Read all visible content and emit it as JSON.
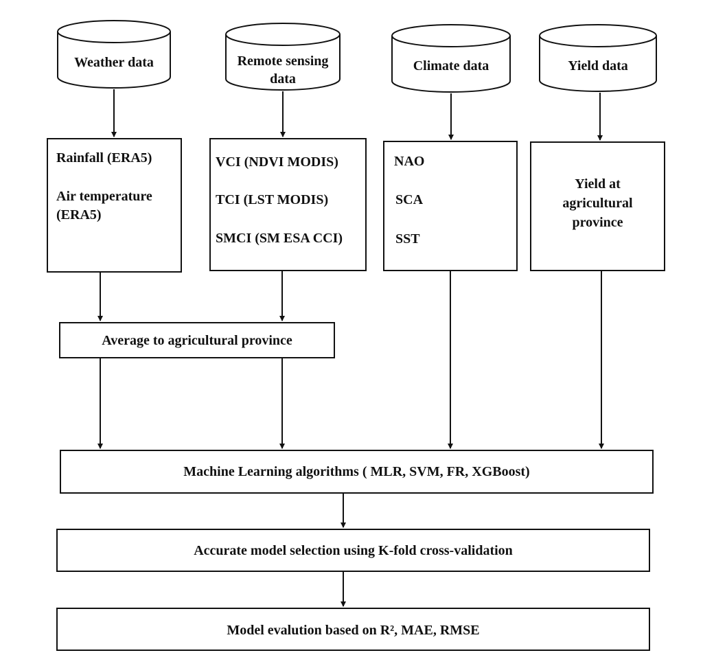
{
  "sources": {
    "weather": {
      "title": "Weather data"
    },
    "remote": {
      "title_line1": "Remote sensing",
      "title_line2": "data"
    },
    "climate": {
      "title": "Climate data"
    },
    "yield": {
      "title": "Yield data"
    }
  },
  "boxes": {
    "weather": {
      "line1": "Rainfall (ERA5)",
      "line2": "Air temperature",
      "line3": "(ERA5)"
    },
    "remote": {
      "line1": "VCI (NDVI MODIS)",
      "line2": "TCI (LST MODIS)",
      "line3": "SMCI (SM ESA CCI)"
    },
    "climate": {
      "line1": "NAO",
      "line2": "SCA",
      "line3": "SST"
    },
    "yield": {
      "line1": "Yield at",
      "line2": "agricultural",
      "line3": "province"
    }
  },
  "steps": {
    "average": "Average to agricultural province",
    "ml": "Machine Learning algorithms ( MLR, SVM, FR, XGBoost)",
    "selection": "Accurate model selection using K-fold cross-validation",
    "evaluation": "Model evalution based on R², MAE, RMSE"
  }
}
